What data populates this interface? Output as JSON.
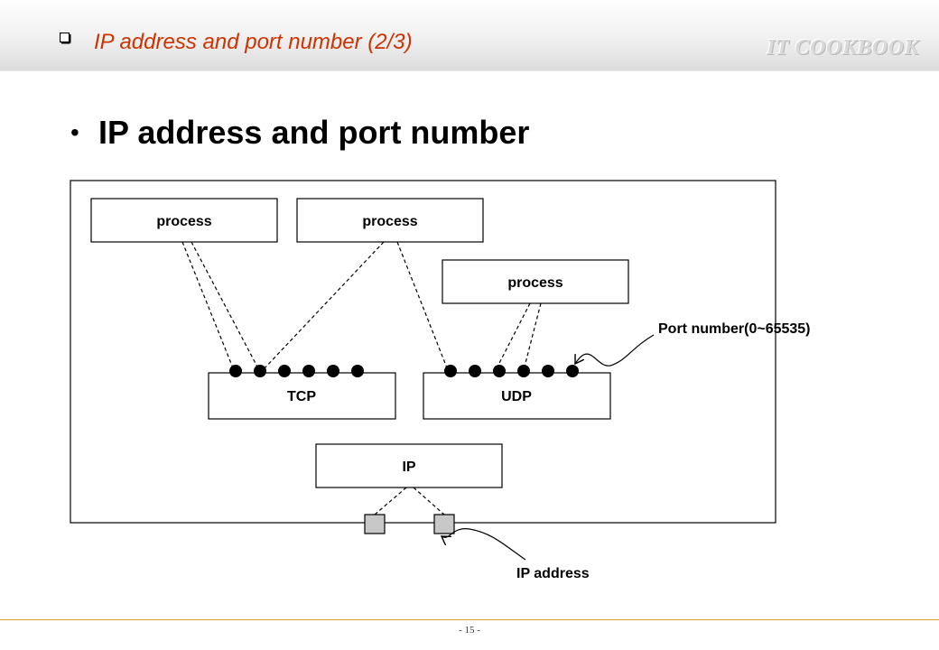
{
  "header": {
    "title": "IP address and port number (2/3)",
    "brand": "IT COOKBOOK",
    "accent_color": "#cc3300",
    "bullet_icon": "checkbox-square-icon"
  },
  "main": {
    "bullet": "•",
    "heading": "IP address and port number"
  },
  "diagram": {
    "process_left": "process",
    "process_middle": "process",
    "process_right": "process",
    "tcp": "TCP",
    "udp": "UDP",
    "ip": "IP",
    "port_label": "Port number(0~65535)",
    "ip_address_label": "IP address",
    "tcp_port_count": 6,
    "udp_port_count": 6
  },
  "footer": {
    "page": "- 15 -",
    "rule_color": "#d9a227"
  }
}
